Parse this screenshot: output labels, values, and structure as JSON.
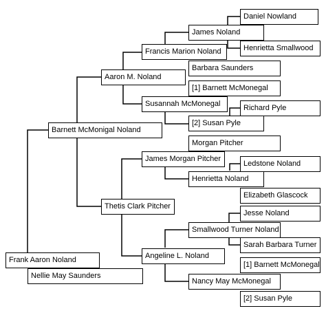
{
  "people": {
    "frank_aaron_noland": "Frank Aaron Noland",
    "nellie_may_saunders": "Nellie May Saunders",
    "barnett_mcmonigal_noland": "Barnett McMonigal Noland",
    "thetis_clark_pitcher": "Thetis Clark Pitcher",
    "aaron_m_noland": "Aaron M. Noland",
    "susannah_mcmonegal": "Susannah McMonegal",
    "francis_marion_noland": "Francis Marion Noland",
    "barbara_saunders": "Barbara Saunders",
    "james_noland": "James Noland",
    "henrietta_smallwood": "Henrietta Smallwood",
    "daniel_nowland": "Daniel Nowland",
    "barnett_mcmonegal_1a": "[1] Barnett McMonegal",
    "susan_pyle_2a": "[2] Susan Pyle",
    "richard_pyle": "Richard Pyle",
    "james_morgan_pitcher": "James Morgan Pitcher",
    "morgan_pitcher": "Morgan Pitcher",
    "henrietta_noland": "Henrietta Noland",
    "ledstone_noland": "Ledstone Noland",
    "elizabeth_glascock": "Elizabeth Glascock",
    "angeline_l_noland": "Angeline L. Noland",
    "smallwood_turner_noland": "Smallwood Turner Noland",
    "jesse_noland": "Jesse Noland",
    "sarah_barbara_turner": "Sarah Barbara Turner",
    "nancy_may_mcmonegal": "Nancy May McMonegal",
    "barnett_mcmonegal_1b": "[1] Barnett McMonegal",
    "susan_pyle_2b": "[2] Susan Pyle"
  }
}
